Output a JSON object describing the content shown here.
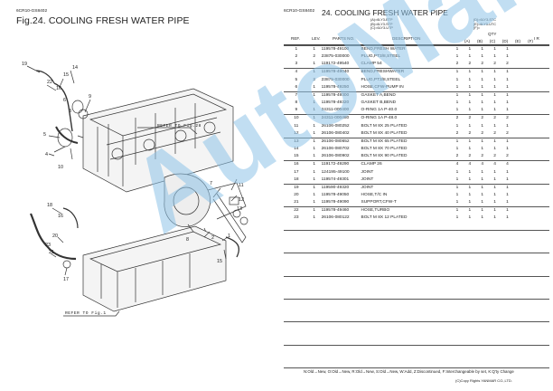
{
  "left_header": {
    "code": "6CR10-GS8402",
    "title": "Fig.24.  COOLING FRESH WATER PIPE"
  },
  "right_header": {
    "code": "6CR10-GS8402",
    "title": "24.  COOLING FRESH WATER PIPE"
  },
  "models": {
    "a": "(A)=6LY3-ETP",
    "b": "(B)=6LY3-STP",
    "c": "(C)=6LY3-UTP",
    "d": "(D)=6LY3-STC",
    "e": "(E)=6LY3-UTC",
    "f": "(F)="
  },
  "table_header": {
    "ref": "REF.",
    "lev": "LEV.",
    "parts": "PARTS NO.",
    "desc": "DESCRIPTION",
    "qty": "QTY",
    "ir": "I   R",
    "cols": [
      "(A)",
      "(B)",
      "(C)",
      "(D)",
      "(E)",
      "(F)"
    ]
  },
  "rows": [
    {
      "ref": "1",
      "lev": "1",
      "pn": "119578-49100",
      "desc": "BEND,FRESH WATER",
      "q": [
        "1",
        "1",
        "1",
        "1",
        "1",
        ""
      ],
      "grp": true
    },
    {
      "ref": "2",
      "lev": "2",
      "pn": "23875-030000",
      "desc": "PLUG,PT3/8,STEEL",
      "q": [
        "1",
        "1",
        "1",
        "1",
        "1",
        ""
      ]
    },
    {
      "ref": "3",
      "lev": "1",
      "pn": "119172-49540",
      "desc": "CLAMP 54",
      "q": [
        "2",
        "2",
        "2",
        "2",
        "2",
        ""
      ]
    },
    {
      "ref": "4",
      "lev": "1",
      "pn": "119578-49040",
      "desc": "BEND,FRESHWATER",
      "q": [
        "1",
        "1",
        "1",
        "1",
        "1",
        ""
      ],
      "grp": true
    },
    {
      "ref": "5",
      "lev": "2",
      "pn": "23875-030000",
      "desc": "PLUG,PT3/8,STEEL",
      "q": [
        "1",
        "1",
        "1",
        "1",
        "1",
        ""
      ]
    },
    {
      "ref": "6",
      "lev": "1",
      "pn": "119578-49250",
      "desc": "HOSE,CFW-PUMP IN",
      "q": [
        "1",
        "1",
        "1",
        "1",
        "1",
        ""
      ]
    },
    {
      "ref": "7",
      "lev": "1",
      "pn": "119578-49300",
      "desc": "GASKET A,BEND",
      "q": [
        "1",
        "1",
        "1",
        "1",
        "1",
        ""
      ],
      "grp": true
    },
    {
      "ref": "8",
      "lev": "1",
      "pn": "119578-49320",
      "desc": "GASKET B,BEND",
      "q": [
        "1",
        "1",
        "1",
        "1",
        "1",
        ""
      ]
    },
    {
      "ref": "9",
      "lev": "1",
      "pn": "24311-000400",
      "desc": "O-RING 1A P-40.0",
      "q": [
        "1",
        "1",
        "1",
        "1",
        "1",
        ""
      ]
    },
    {
      "ref": "10",
      "lev": "1",
      "pn": "24311-000480",
      "desc": "O-RING 1A P-48.0",
      "q": [
        "2",
        "2",
        "2",
        "2",
        "2",
        ""
      ],
      "grp": true
    },
    {
      "ref": "11",
      "lev": "1",
      "pn": "26106-080252",
      "desc": "BOLT M 8X 25 PLATED",
      "q": [
        "1",
        "1",
        "1",
        "1",
        "1",
        ""
      ]
    },
    {
      "ref": "12",
      "lev": "1",
      "pn": "26106-080402",
      "desc": "BOLT M 8X 40 PLATED",
      "q": [
        "2",
        "2",
        "2",
        "2",
        "2",
        ""
      ]
    },
    {
      "ref": "13",
      "lev": "1",
      "pn": "26106-080652",
      "desc": "BOLT M 8X 65 PLATED",
      "q": [
        "1",
        "1",
        "1",
        "1",
        "1",
        ""
      ],
      "grp": true
    },
    {
      "ref": "14",
      "lev": "1",
      "pn": "26106-080702",
      "desc": "BOLT M 8X 70 PLATED",
      "q": [
        "1",
        "1",
        "1",
        "1",
        "1",
        ""
      ]
    },
    {
      "ref": "15",
      "lev": "1",
      "pn": "26106-080902",
      "desc": "BOLT M 8X 90 PLATED",
      "q": [
        "2",
        "2",
        "2",
        "2",
        "2",
        ""
      ]
    },
    {
      "ref": "16",
      "lev": "1",
      "pn": "119172-49290",
      "desc": "CLAMP 26",
      "q": [
        "4",
        "4",
        "4",
        "4",
        "4",
        ""
      ],
      "grp": true
    },
    {
      "ref": "17",
      "lev": "1",
      "pn": "124195-49100",
      "desc": "JOINT",
      "q": [
        "1",
        "1",
        "1",
        "1",
        "1",
        ""
      ]
    },
    {
      "ref": "18",
      "lev": "1",
      "pn": "119574-49301",
      "desc": "JOINT",
      "q": [
        "1",
        "1",
        "1",
        "1",
        "1",
        ""
      ]
    },
    {
      "ref": "19",
      "lev": "1",
      "pn": "119590-49320",
      "desc": "JOINT",
      "q": [
        "1",
        "1",
        "1",
        "1",
        "1",
        ""
      ],
      "grp": true
    },
    {
      "ref": "20",
      "lev": "1",
      "pn": "119578-49050",
      "desc": "HOSE,T/C IN",
      "q": [
        "1",
        "1",
        "1",
        "1",
        "1",
        ""
      ]
    },
    {
      "ref": "21",
      "lev": "1",
      "pn": "119578-49090",
      "desc": "SUPPORT,CFW-T",
      "q": [
        "1",
        "1",
        "1",
        "1",
        "1",
        ""
      ]
    },
    {
      "ref": "22",
      "lev": "1",
      "pn": "119578-49460",
      "desc": "HOSE,TURBO",
      "q": [
        "1",
        "1",
        "1",
        "1",
        "1",
        ""
      ],
      "grp": true
    },
    {
      "ref": "23",
      "lev": "1",
      "pn": "26106-080122",
      "desc": "BOLT M 8X 12 PLATED",
      "q": [
        "1",
        "1",
        "1",
        "1",
        "1",
        ""
      ]
    },
    {
      "ref": "",
      "lev": "",
      "pn": "",
      "desc": "",
      "q": [
        "",
        "",
        "",
        "",
        "",
        ""
      ]
    },
    {
      "ref": "",
      "lev": "",
      "pn": "",
      "desc": "",
      "q": [
        "",
        "",
        "",
        "",
        "",
        ""
      ],
      "grp": true
    },
    {
      "ref": "",
      "lev": "",
      "pn": "",
      "desc": "",
      "q": [
        "",
        "",
        "",
        "",
        "",
        ""
      ]
    },
    {
      "ref": "",
      "lev": "",
      "pn": "",
      "desc": "",
      "q": [
        "",
        "",
        "",
        "",
        "",
        ""
      ]
    },
    {
      "ref": "",
      "lev": "",
      "pn": "",
      "desc": "",
      "q": [
        "",
        "",
        "",
        "",
        "",
        ""
      ],
      "grp": true
    },
    {
      "ref": "",
      "lev": "",
      "pn": "",
      "desc": "",
      "q": [
        "",
        "",
        "",
        "",
        "",
        ""
      ]
    },
    {
      "ref": "",
      "lev": "",
      "pn": "",
      "desc": "",
      "q": [
        "",
        "",
        "",
        "",
        "",
        ""
      ]
    },
    {
      "ref": "",
      "lev": "",
      "pn": "",
      "desc": "",
      "q": [
        "",
        "",
        "",
        "",
        "",
        ""
      ],
      "grp": true
    },
    {
      "ref": "",
      "lev": "",
      "pn": "",
      "desc": "",
      "q": [
        "",
        "",
        "",
        "",
        "",
        ""
      ]
    },
    {
      "ref": "",
      "lev": "",
      "pn": "",
      "desc": "",
      "q": [
        "",
        "",
        "",
        "",
        "",
        ""
      ]
    },
    {
      "ref": "",
      "lev": "",
      "pn": "",
      "desc": "",
      "q": [
        "",
        "",
        "",
        "",
        "",
        ""
      ],
      "grp": true
    },
    {
      "ref": "",
      "lev": "",
      "pn": "",
      "desc": "",
      "q": [
        "",
        "",
        "",
        "",
        "",
        ""
      ]
    },
    {
      "ref": "",
      "lev": "",
      "pn": "",
      "desc": "",
      "q": [
        "",
        "",
        "",
        "",
        "",
        ""
      ]
    },
    {
      "ref": "",
      "lev": "",
      "pn": "",
      "desc": "",
      "q": [
        "",
        "",
        "",
        "",
        "",
        ""
      ],
      "grp": true
    },
    {
      "ref": "",
      "lev": "",
      "pn": "",
      "desc": "",
      "q": [
        "",
        "",
        "",
        "",
        "",
        ""
      ]
    },
    {
      "ref": "",
      "lev": "",
      "pn": "",
      "desc": "",
      "q": [
        "",
        "",
        "",
        "",
        "",
        ""
      ]
    },
    {
      "ref": "",
      "lev": "",
      "pn": "",
      "desc": "",
      "q": [
        "",
        "",
        "",
        "",
        "",
        ""
      ],
      "grp": true
    },
    {
      "ref": "",
      "lev": "",
      "pn": "",
      "desc": "",
      "q": [
        "",
        "",
        "",
        "",
        "",
        ""
      ]
    },
    {
      "ref": "",
      "lev": "",
      "pn": "",
      "desc": "",
      "q": [
        "",
        "",
        "",
        "",
        "",
        ""
      ]
    },
    {
      "ref": "",
      "lev": "",
      "pn": "",
      "desc": "",
      "q": [
        "",
        "",
        "",
        "",
        "",
        ""
      ],
      "grp": true
    }
  ],
  "drawing": {
    "refer_28": "REFER TO Fig.28",
    "refer_1": "REFER TO Fig.1",
    "callouts": [
      "1",
      "2",
      "3",
      "4",
      "5",
      "6",
      "7",
      "8",
      "9",
      "10",
      "11",
      "12",
      "13",
      "14",
      "15",
      "16",
      "17",
      "18",
      "19",
      "20",
      "21",
      "22",
      "23"
    ]
  },
  "footer": {
    "legend": "N:Old→New, O:Old→New, R:Old→New, S:Old→New, W:Add, Z:Discontinued, F:Interchangeable by set, K:Q'ty Change",
    "copyright": "(C)Copy Rights YANMAR CO.,LTD."
  },
  "watermark": "AutoManual"
}
